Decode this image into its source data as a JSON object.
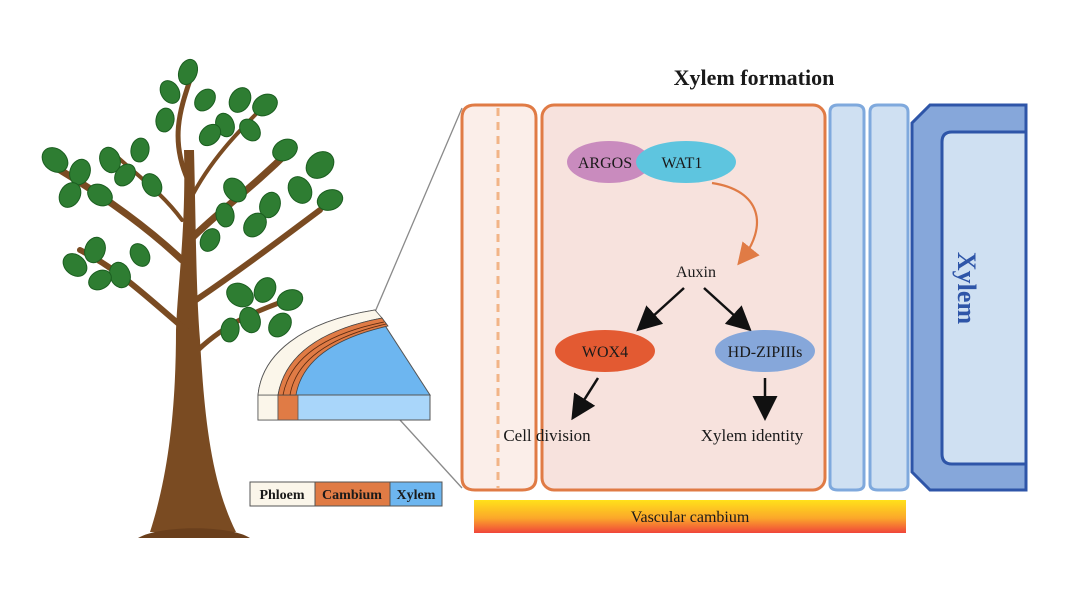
{
  "title": "Xylem formation",
  "colors": {
    "cambium_orange": "#E07B45",
    "cambium_fill": "#F7E2DD",
    "xylem_light": "#CFE0F2",
    "xylem_mid": "#7FA9DD",
    "xylem_dark": "#2E55A8",
    "argos_pink": "#C98BBE",
    "wat1_cyan": "#5EC5DF",
    "wox4_red": "#E35A32",
    "hdzip_blue": "#86A7DA",
    "leaf_green": "#2E7D32",
    "trunk_brown": "#7A4B22",
    "phloem_cream": "#FBF6EA",
    "xylem_sky": "#6DB6F0"
  },
  "legend": {
    "phloem": "Phloem",
    "cambium": "Cambium",
    "xylem": "Xylem"
  },
  "nodes": {
    "argos": "ARGOS",
    "wat1": "WAT1",
    "auxin": "Auxin",
    "wox4": "WOX4",
    "hdzip": "HD-ZIPIIIs",
    "cell_division": "Cell division",
    "xylem_identity": "Xylem identity"
  },
  "xylem_side_label": "Xylem",
  "bottom_bar_label": "Vascular cambium",
  "icons": [
    "tree-icon",
    "stem-cross-section-icon"
  ]
}
